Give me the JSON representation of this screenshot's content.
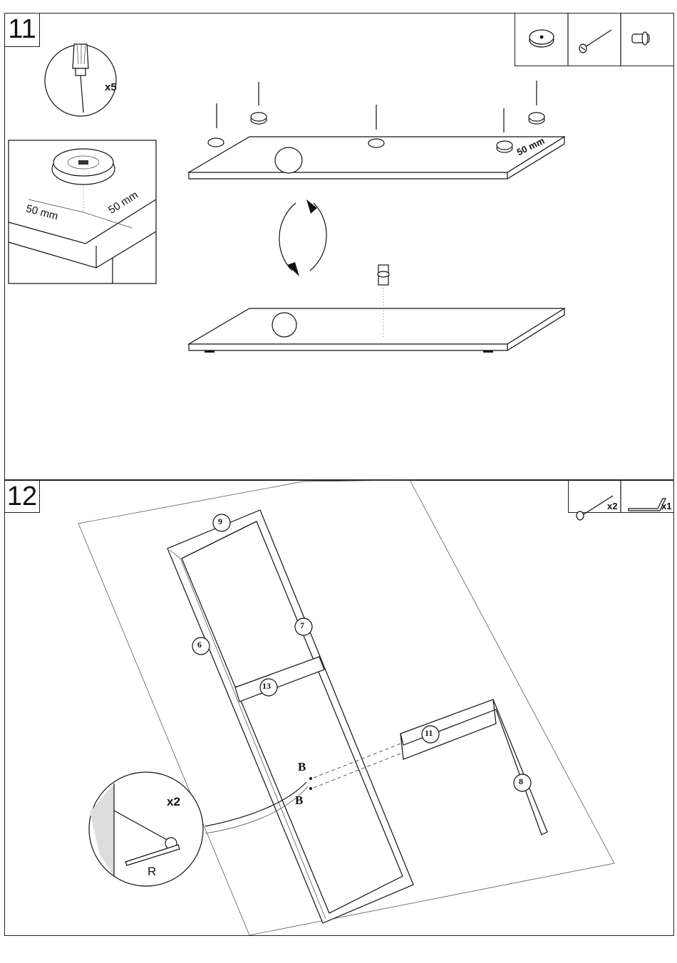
{
  "steps": [
    {
      "number": "11",
      "tool_label": "x5",
      "detail_labels": [
        "50 mm",
        "50 mm"
      ],
      "board_label": "50 mm",
      "parts_icons": [
        "glide-foot-icon",
        "screw-icon",
        "dowel-pin-icon"
      ]
    },
    {
      "number": "12",
      "parts": [
        {
          "icon": "screw-icon",
          "qty": "x2"
        },
        {
          "icon": "allen-key-icon",
          "qty": "x1"
        }
      ],
      "panel_numbers": [
        "9",
        "7",
        "6",
        "13",
        "11",
        "8"
      ],
      "connector_labels": [
        "B",
        "B"
      ],
      "detail_qty": "x2",
      "detail_tool": "R"
    }
  ]
}
